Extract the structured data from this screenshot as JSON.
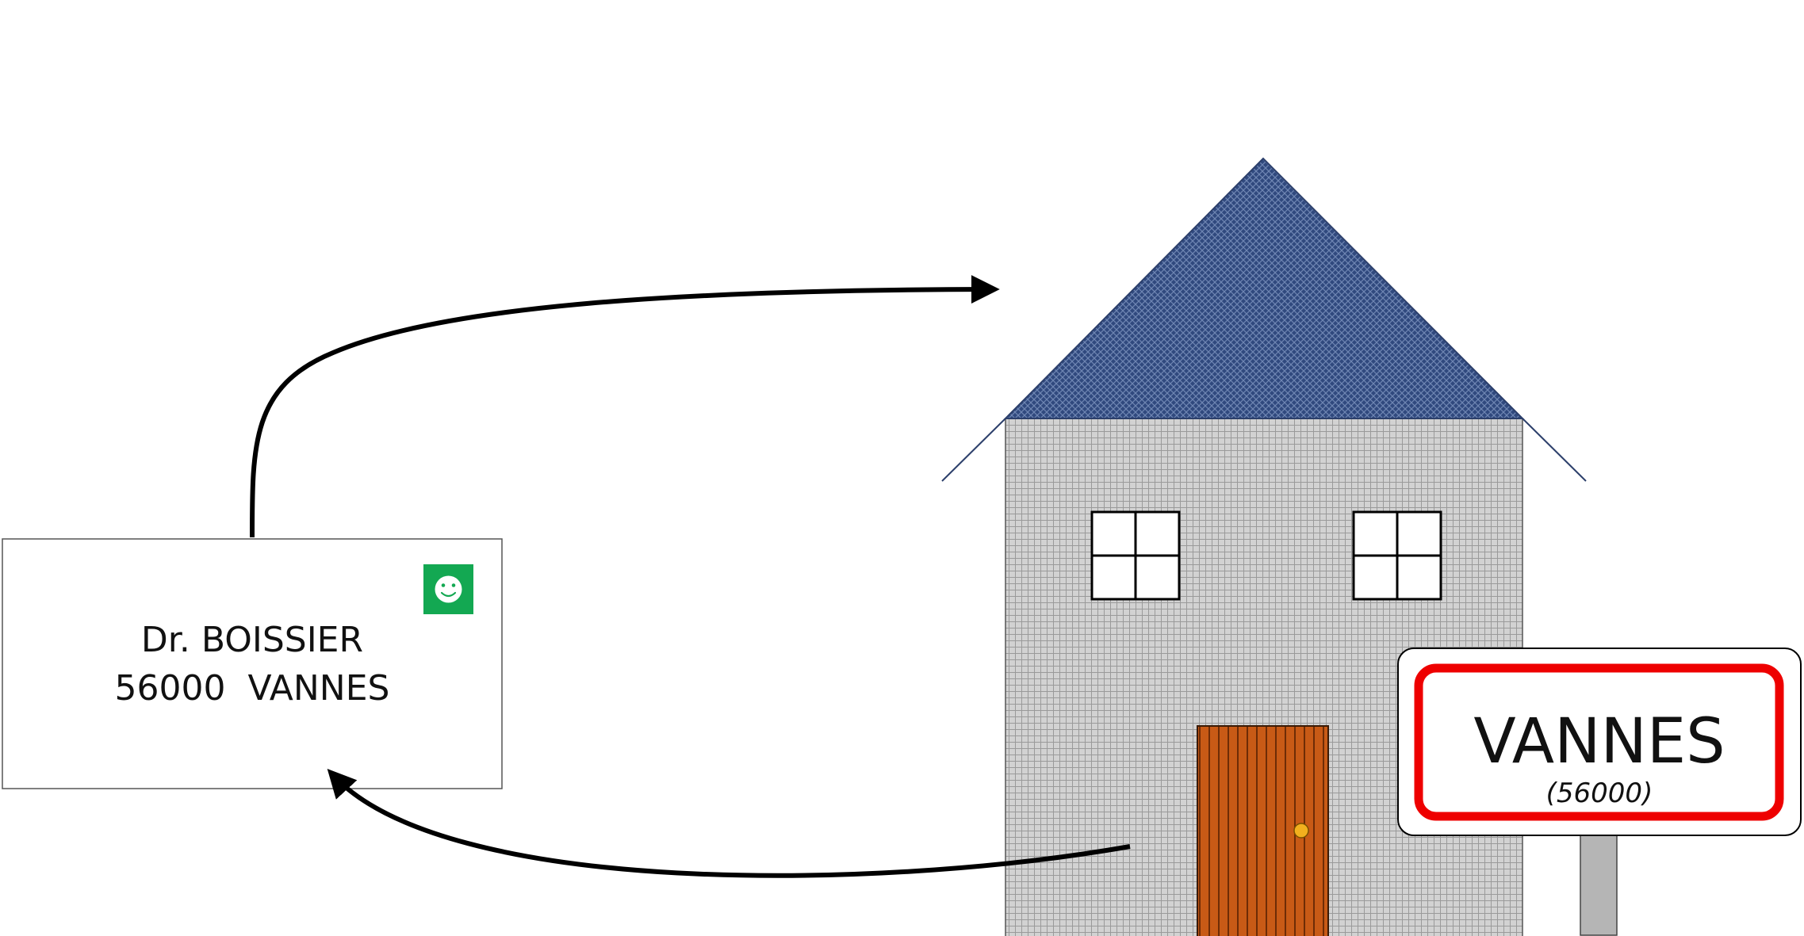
{
  "envelope": {
    "line1": "Dr. BOISSIER",
    "line2": "56000  VANNES",
    "stamp_icon": "smiley-icon",
    "stamp_color": "#13a852"
  },
  "sign": {
    "city": "VANNES",
    "postcode": "(56000)",
    "border_color": "#ee0000"
  },
  "house": {
    "roof_color": "#2f4a7d",
    "wall_color": "#c9c9c9",
    "door_color": "#c85a16",
    "knob_color": "#f2b01e"
  }
}
